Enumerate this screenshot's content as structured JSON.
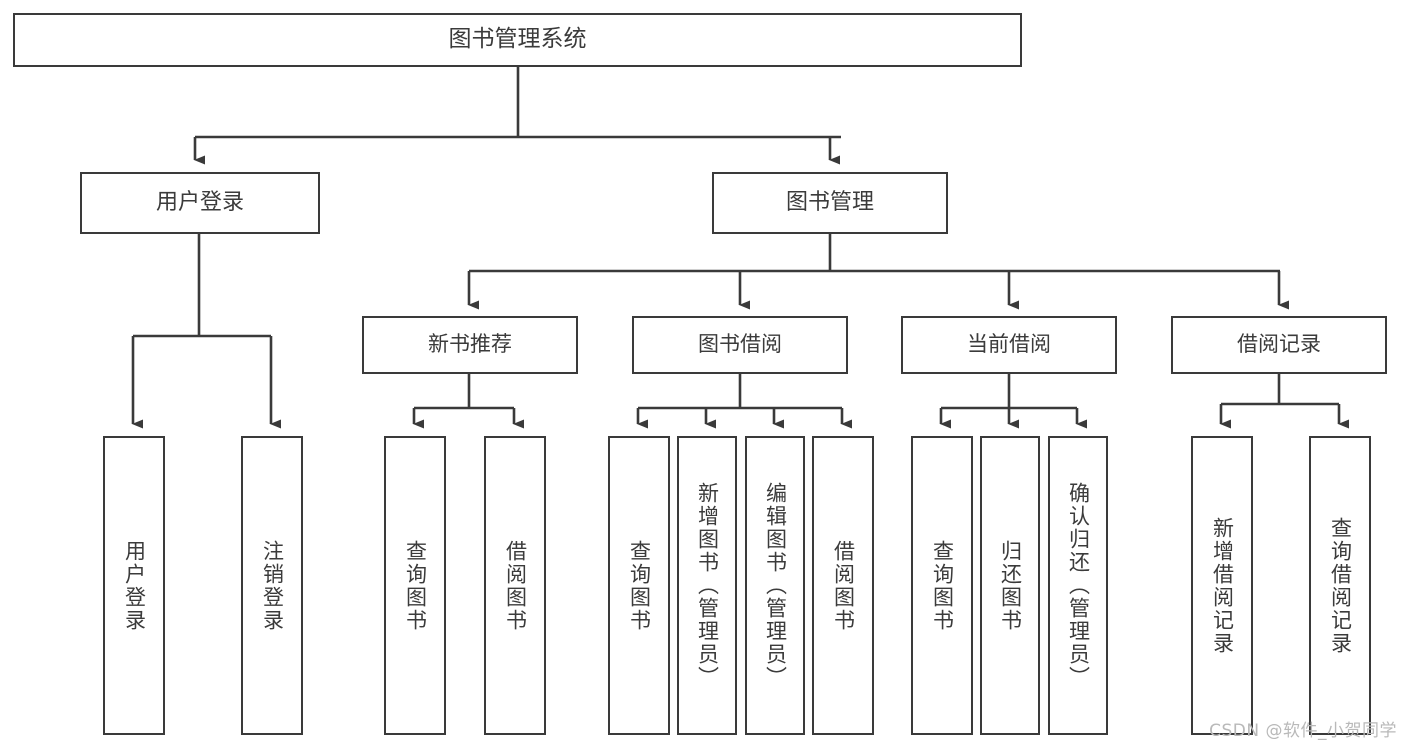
{
  "diagram": {
    "title": "图书管理系统",
    "watermark": "CSDN @软件_小贺同学",
    "colors": {
      "background": "#ffffff",
      "node_border": "#3a3a3a",
      "node_fill": "#ffffff",
      "text": "#3b3b3b",
      "edge": "#3a3a3a",
      "watermark": "#b9b9b9"
    },
    "root": {
      "label": "图书管理系统"
    },
    "level1": [
      {
        "label": "用户登录"
      },
      {
        "label": "图书管理"
      }
    ],
    "level2": [
      {
        "label": "新书推荐"
      },
      {
        "label": "图书借阅"
      },
      {
        "label": "当前借阅"
      },
      {
        "label": "借阅记录"
      }
    ],
    "leaves": {
      "user_login": [
        {
          "label": "用户登录"
        },
        {
          "label": "注销登录"
        }
      ],
      "new_book_recommend": [
        {
          "label": "查询图书"
        },
        {
          "label": "借阅图书"
        }
      ],
      "book_borrow": [
        {
          "label": "查询图书"
        },
        {
          "label": "新增图书（管理员）"
        },
        {
          "label": "编辑图书（管理员）"
        },
        {
          "label": "借阅图书"
        }
      ],
      "current_borrow": [
        {
          "label": "查询图书"
        },
        {
          "label": "归还图书"
        },
        {
          "label": "确认归还（管理员）"
        }
      ],
      "borrow_record": [
        {
          "label": "新增借阅记录"
        },
        {
          "label": "查询借阅记录"
        }
      ]
    }
  }
}
